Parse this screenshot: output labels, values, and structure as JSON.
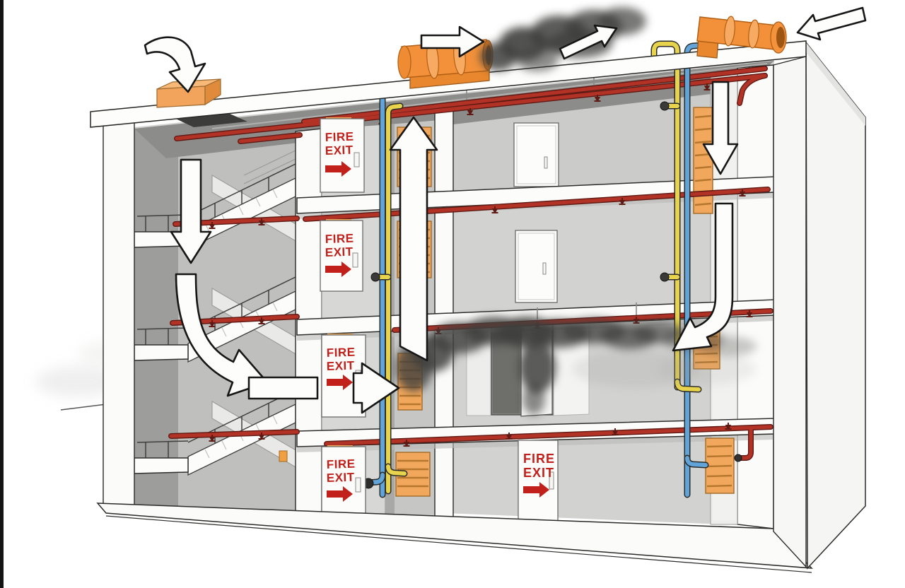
{
  "signs": {
    "fire_exit": {
      "line1": "FIRE",
      "line2": "EXIT"
    },
    "count": 5
  },
  "colors": {
    "fan_orange": "#f2913a",
    "fan_orange_light": "#f7ab62",
    "fan_orange_deep": "#d97722",
    "vent_orange": "#f3a45c",
    "grille_orange": "#f2a85c",
    "sprinkler_red": "#b23226",
    "fire_exit_red": "#c2201a",
    "riser_yellow": "#e8d44c",
    "riser_blue": "#61a4d9",
    "smoke_dark": "#3f3f3d",
    "smoke_light": "#8f8f8d",
    "arrow_white": "#fdfdfc",
    "wall_gray": "#d2d2d0",
    "ceiling_gray": "#8c8c8a"
  },
  "airflow_icons": [
    "roof-intake-curved-down-arrow",
    "smoke-exhaust-right-arrow",
    "smoke-plume-diagonal-arrow",
    "supply-fan-intake-left-arrow",
    "stairwell-down-arrow",
    "stairwell-curved-down-arrow",
    "escape-route-right-arrow",
    "smoke-extract-shaft-up-arrow",
    "supply-shaft-down-arrow",
    "supply-floor-curved-down-arrow"
  ]
}
